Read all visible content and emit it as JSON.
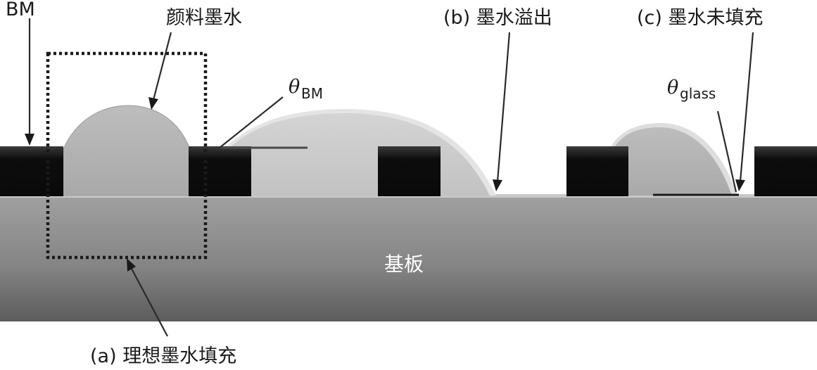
{
  "labels": {
    "bm": "BM",
    "pigment_ink": "颜料墨水",
    "ink_overflow": "(b) 墨水溢出",
    "ink_underfill": "(c) 墨水未填充",
    "ideal_fill": "(a) 理想墨水填充",
    "substrate": "基板",
    "theta_bm_symbol": "θ",
    "theta_bm_subscript": "BM",
    "theta_glass_symbol": "θ",
    "theta_glass_subscript": "glass"
  },
  "colors": {
    "substrate_top": "#9c9c9c",
    "substrate_bottom": "#5f5f5f",
    "bm_block": "#111111",
    "ink": "#b5b5b5",
    "ink_edge": "#e2e2e2"
  }
}
